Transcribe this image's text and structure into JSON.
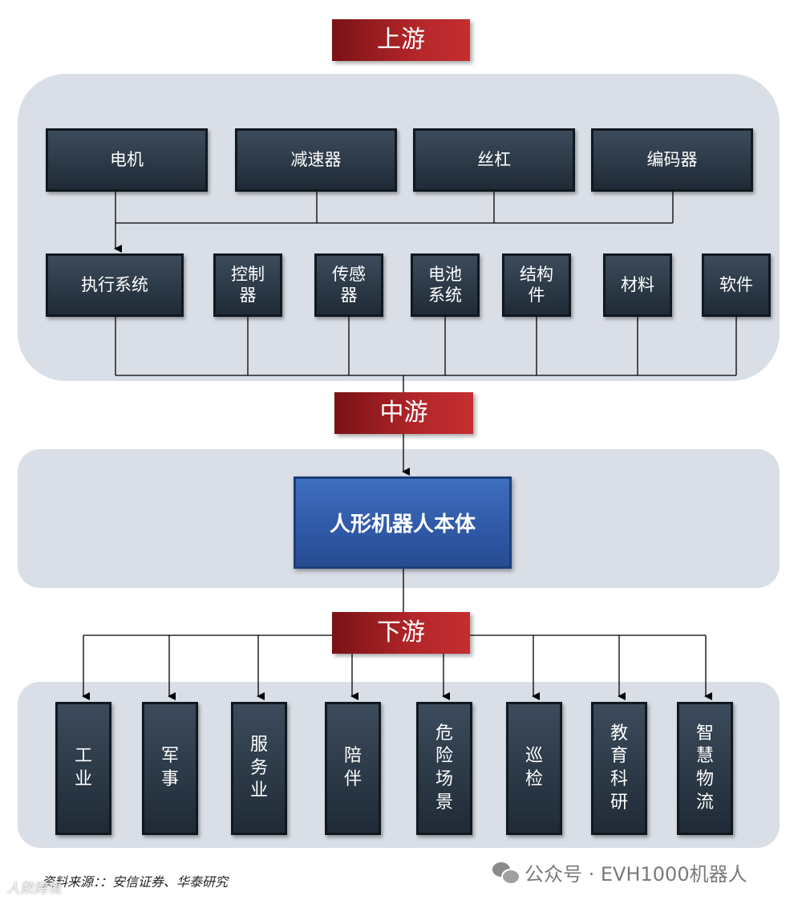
{
  "stages": {
    "upstream": "上游",
    "midstream": "中游",
    "downstream": "下游"
  },
  "upstream_row1": [
    "电机",
    "减速器",
    "丝杠",
    "编码器"
  ],
  "upstream_row2": {
    "actuation": "执行系统",
    "controller": [
      "控制",
      "器"
    ],
    "sensor": [
      "传感",
      "器"
    ],
    "battery": [
      "电池",
      "系统"
    ],
    "structure": [
      "结构",
      "件"
    ],
    "materials": "材料",
    "software": "软件"
  },
  "core": "人形机器人本体",
  "downstream": [
    [
      "工",
      "业"
    ],
    [
      "军",
      "事"
    ],
    [
      "服",
      "务",
      "业"
    ],
    [
      "陪",
      "伴"
    ],
    [
      "危",
      "险",
      "场",
      "景"
    ],
    [
      "巡",
      "检"
    ],
    [
      "教",
      "育",
      "科",
      "研"
    ],
    [
      "智",
      "慧",
      "物",
      "流"
    ]
  ],
  "footer": {
    "source": "资料来源：：安信证券、华泰研究",
    "watermark_right": "公众号 · EVH1000机器人",
    "watermark_left": "人数跨境"
  },
  "colors": {
    "stage_red": "#b3262a",
    "box_dark": "#2c3947",
    "core_blue": "#2f58a6",
    "panel": "#d9dee7"
  }
}
